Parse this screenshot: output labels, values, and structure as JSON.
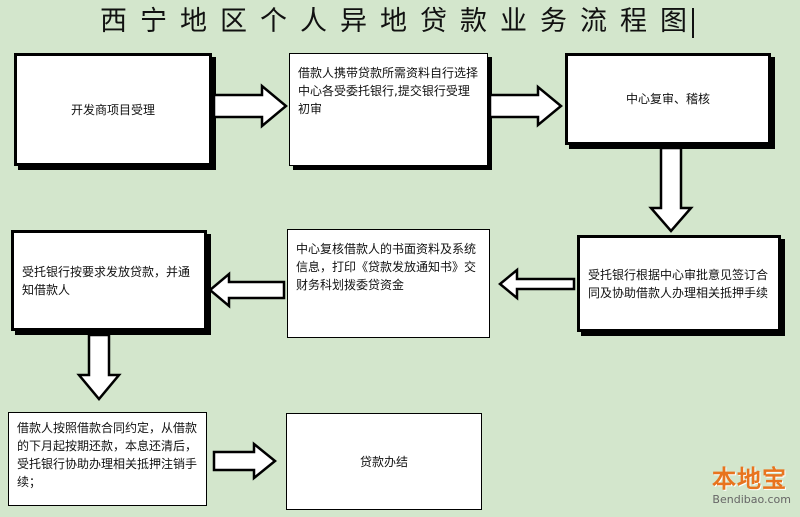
{
  "title": "西宁地区个人异地贷款业务流程图",
  "steps": {
    "s1": "开发商项目受理",
    "s2": "借款人携带贷款所需资料自行选择中心各受委托银行,提交银行受理初审",
    "s3": "中心复审、稽核",
    "s4": "受托银行根据中心审批意见签订合同及协助借款人办理相关抵押手续",
    "s5": "中心复核借款人的书面资料及系统信息，打印《贷款发放通知书》交财务科划拨委贷资金",
    "s6": "受托银行按要求发放贷款，并通知借款人",
    "s7": "借款人按照借款合同约定，从借款的下月起按期还款，本息还清后，受托银行协助办理相关抵押注销手续；",
    "s8": "贷款办结"
  },
  "watermark": {
    "brand": "本地宝",
    "url": "Bendibao.com"
  }
}
